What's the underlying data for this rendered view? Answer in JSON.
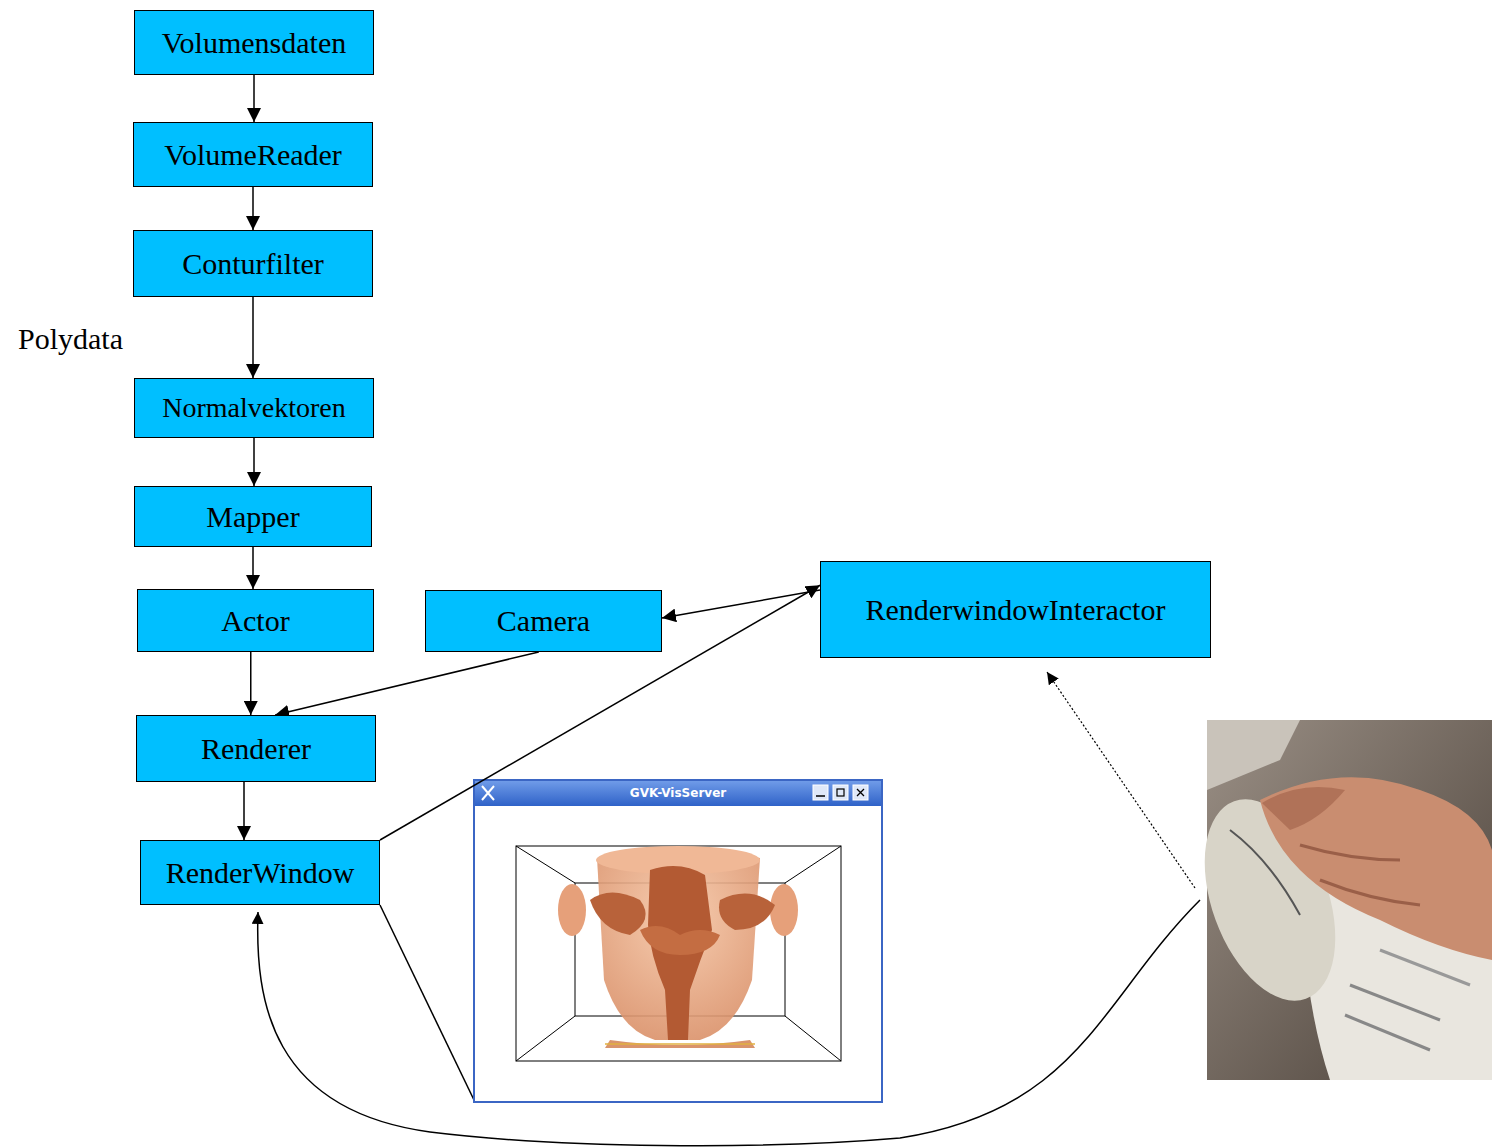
{
  "diagram": {
    "nodes": [
      {
        "text": [
          "Volumensdaten"
        ]
      },
      {
        "text": [
          "VolumeReader"
        ]
      },
      {
        "text": [
          "Conturfilter"
        ]
      },
      {
        "text": [
          "Normalvektoren"
        ]
      },
      {
        "text": [
          "Mapper"
        ]
      },
      {
        "text": [
          "Actor"
        ]
      },
      {
        "text": [
          "Camera"
        ]
      },
      {
        "text": [
          "RenderwindowInteractor"
        ]
      },
      {
        "text": [
          "Renderer"
        ]
      },
      {
        "text": [
          "RenderWindow"
        ]
      }
    ],
    "edges": [
      {
        "from": 0,
        "to": 1,
        "arrow": "to"
      },
      {
        "from": 1,
        "to": 2,
        "arrow": "to"
      },
      {
        "from": 2,
        "to": 3,
        "arrow": "to"
      },
      {
        "from": 3,
        "to": 4,
        "arrow": "to"
      },
      {
        "from": 4,
        "to": 5,
        "arrow": "to"
      },
      {
        "from": 5,
        "to": 8,
        "arrow": "to"
      },
      {
        "from": 6,
        "to": 8,
        "arrow": "to"
      },
      {
        "from": 8,
        "to": 9,
        "arrow": "to"
      },
      {
        "from": 9,
        "to": 7,
        "arrow": "to"
      },
      {
        "from": 7,
        "to": 6,
        "arrow": "to"
      }
    ],
    "labels": [
      "Polydata",
      "GVK-VisServer"
    ]
  }
}
